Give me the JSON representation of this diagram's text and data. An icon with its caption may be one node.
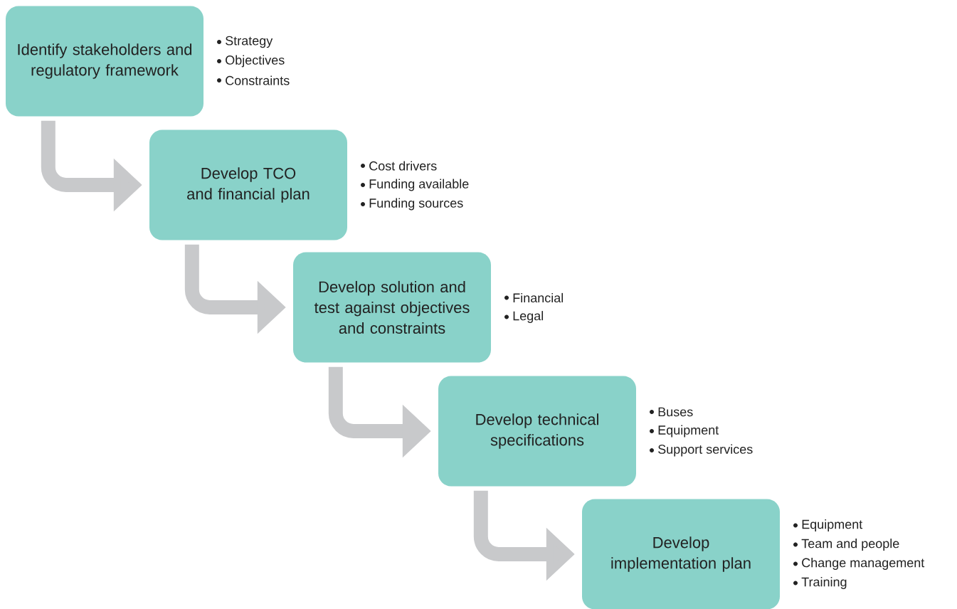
{
  "diagram": {
    "nodes": [
      {
        "text": [
          "Identify stakeholders and regulatory framework"
        ],
        "beside": [
          "Strategy",
          "Objectives",
          "Constraints"
        ]
      },
      {
        "text": [
          "Develop TCO and financial plan"
        ],
        "beside": [
          "Cost drivers",
          "Funding available",
          "Funding sources"
        ]
      },
      {
        "text": [
          "Develop solution and test against objectives and constraints"
        ],
        "beside": [
          "Financial",
          "Legal"
        ]
      },
      {
        "text": [
          "Develop technical specifications"
        ],
        "beside": [
          "Buses",
          "Equipment",
          "Support services"
        ]
      },
      {
        "text": [
          "Develop implementation plan"
        ],
        "beside": [
          "Equipment",
          "Team and people",
          "Change management",
          "Training"
        ]
      }
    ],
    "edges": [
      {
        "from": 0,
        "to": 1,
        "arrow": "to"
      },
      {
        "from": 1,
        "to": 2,
        "arrow": "to"
      },
      {
        "from": 2,
        "to": 3,
        "arrow": "to"
      },
      {
        "from": 3,
        "to": 4,
        "arrow": "to"
      }
    ]
  }
}
